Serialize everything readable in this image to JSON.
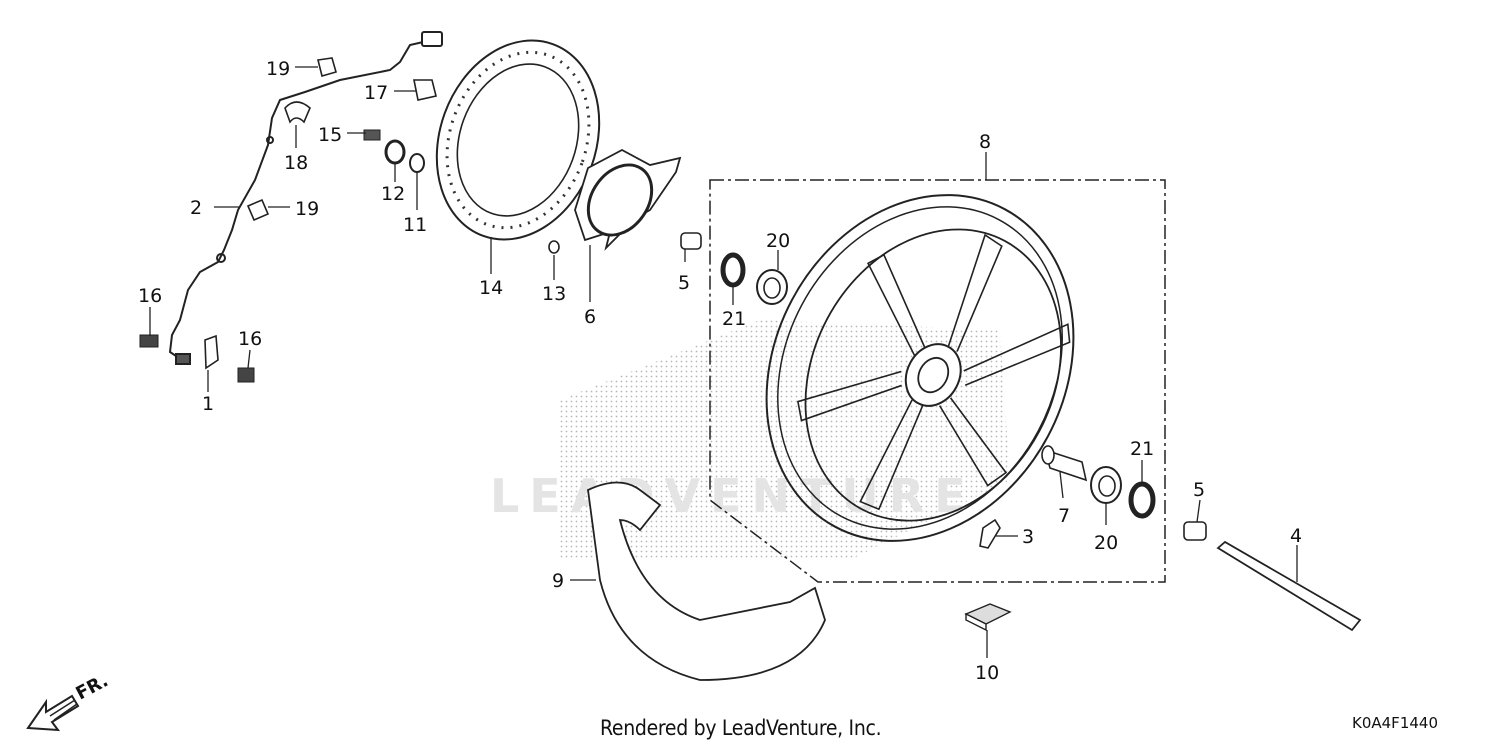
{
  "watermark": "LEADVENTURE",
  "footer": {
    "rendered_by": "Rendered by LeadVenture, Inc.",
    "diagram_code": "K0A4F1440"
  },
  "direction_label": "FR.",
  "callouts": [
    {
      "name": "callout-1",
      "text": "1"
    },
    {
      "name": "callout-2",
      "text": "2"
    },
    {
      "name": "callout-3",
      "text": "3"
    },
    {
      "name": "callout-4",
      "text": "4"
    },
    {
      "name": "callout-5a",
      "text": "5"
    },
    {
      "name": "callout-5b",
      "text": "5"
    },
    {
      "name": "callout-6",
      "text": "6"
    },
    {
      "name": "callout-7",
      "text": "7"
    },
    {
      "name": "callout-8",
      "text": "8"
    },
    {
      "name": "callout-9",
      "text": "9"
    },
    {
      "name": "callout-10",
      "text": "10"
    },
    {
      "name": "callout-11",
      "text": "11"
    },
    {
      "name": "callout-12",
      "text": "12"
    },
    {
      "name": "callout-13",
      "text": "13"
    },
    {
      "name": "callout-14",
      "text": "14"
    },
    {
      "name": "callout-15",
      "text": "15"
    },
    {
      "name": "callout-16a",
      "text": "16"
    },
    {
      "name": "callout-16b",
      "text": "16"
    },
    {
      "name": "callout-17",
      "text": "17"
    },
    {
      "name": "callout-18",
      "text": "18"
    },
    {
      "name": "callout-19a",
      "text": "19"
    },
    {
      "name": "callout-19b",
      "text": "19"
    },
    {
      "name": "callout-20a",
      "text": "20"
    },
    {
      "name": "callout-20b",
      "text": "20"
    },
    {
      "name": "callout-21a",
      "text": "21"
    },
    {
      "name": "callout-21b",
      "text": "21"
    }
  ]
}
